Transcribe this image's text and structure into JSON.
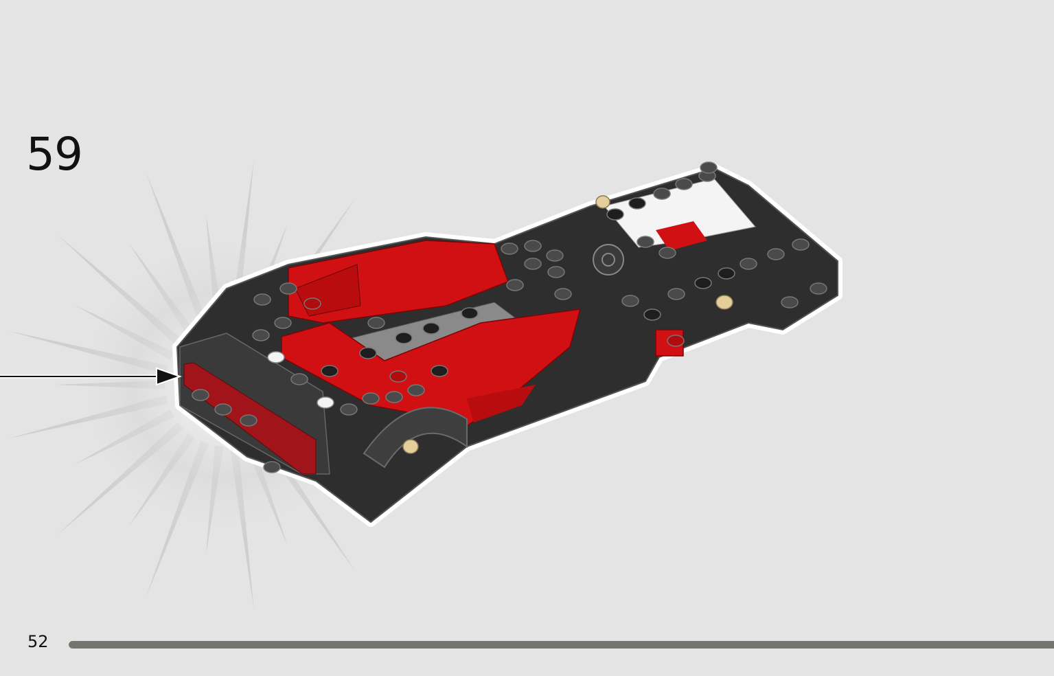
{
  "step": {
    "number": "59"
  },
  "page": {
    "number": "52"
  },
  "progress": {
    "fraction": 1.0
  },
  "colors": {
    "background": "#e4e4e4",
    "brick_dark": "#2e2e2e",
    "brick_red": "#d01012",
    "brick_white": "#f4f4f4",
    "brick_grey": "#8a8a8a",
    "peg_tan": "#e4cf9a",
    "progress_bar": "#76746e"
  },
  "icons": [
    "pointer-arrow-icon",
    "highlight-burst-icon"
  ]
}
